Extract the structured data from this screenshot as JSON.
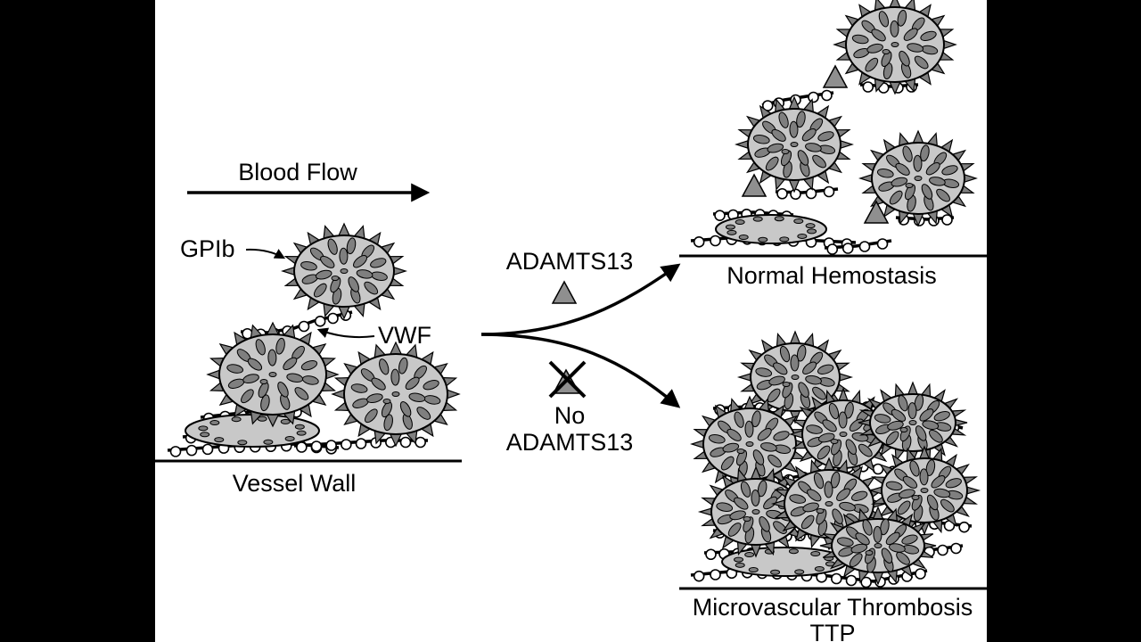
{
  "labels": {
    "blood_flow": "Blood Flow",
    "gpib": "GPIb",
    "vwf": "VWF",
    "vessel_wall": "Vessel Wall",
    "adamts13": "ADAMTS13",
    "no": "No",
    "no_adamts13": "ADAMTS13",
    "normal_hemostasis": "Normal Hemostasis",
    "microvascular_thrombosis": "Microvascular Thrombosis",
    "ttp": "TTP"
  },
  "colors": {
    "background": "#000000",
    "panel": "#ffffff",
    "platelet_fill": "#c8c8c8",
    "granule_fill": "#7f7f7f",
    "adamts13_fill": "#8f8f8f",
    "stroke": "#000000"
  }
}
